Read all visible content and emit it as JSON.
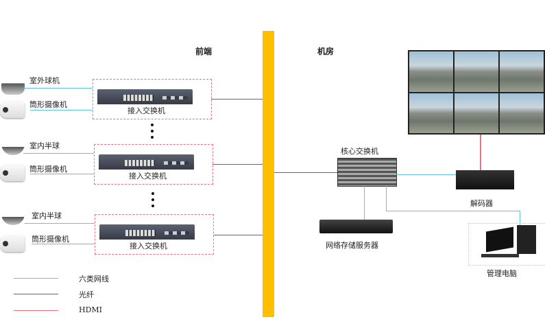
{
  "headers": {
    "front": "前端",
    "machine_room": "机房"
  },
  "groups": [
    {
      "camera1": "室外球机",
      "camera2": "筒形摄像机",
      "switch": "接入交换机"
    },
    {
      "camera1": "室内半球",
      "camera2": "筒形摄像机",
      "switch": "接入交换机"
    },
    {
      "camera1": "室内半球",
      "camera2": "筒形摄像机",
      "switch": "接入交换机"
    }
  ],
  "room": {
    "core_switch": "核心交换机",
    "decoder": "解码器",
    "nas": "网络存储服务器",
    "pc": "管理电脑"
  },
  "legend": [
    {
      "label": "六类网线",
      "color": "#5cc4e6"
    },
    {
      "label": "光纤",
      "color": "#666666"
    },
    {
      "label": "HDMI",
      "color": "#e8737a"
    }
  ]
}
